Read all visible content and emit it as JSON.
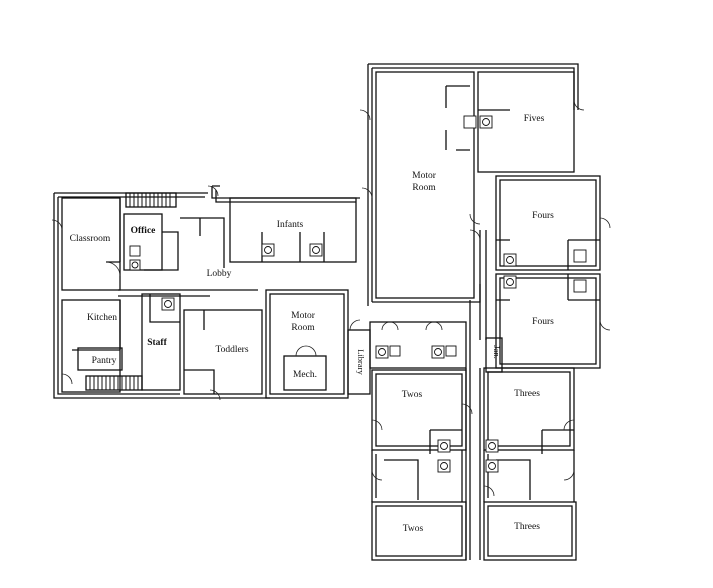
{
  "rooms": {
    "classroom": "Classroom",
    "office": "Office",
    "kitchen": "Kitchen",
    "pantry": "Pantry",
    "staff": "Staff",
    "lobby": "Lobby",
    "infants": "Infants",
    "toddlers": "Toddlers",
    "motor_room_small_1": "Motor",
    "motor_room_small_2": "Room",
    "mech": "Mech.",
    "library": "Library",
    "motor_room_large_1": "Motor",
    "motor_room_large_2": "Room",
    "fives": "Fives",
    "fours_upper": "Fours",
    "fours_lower": "Fours",
    "jan": "Jan.",
    "twos_upper": "Twos",
    "twos_lower": "Twos",
    "threes_upper": "Threes",
    "threes_lower": "Threes"
  }
}
